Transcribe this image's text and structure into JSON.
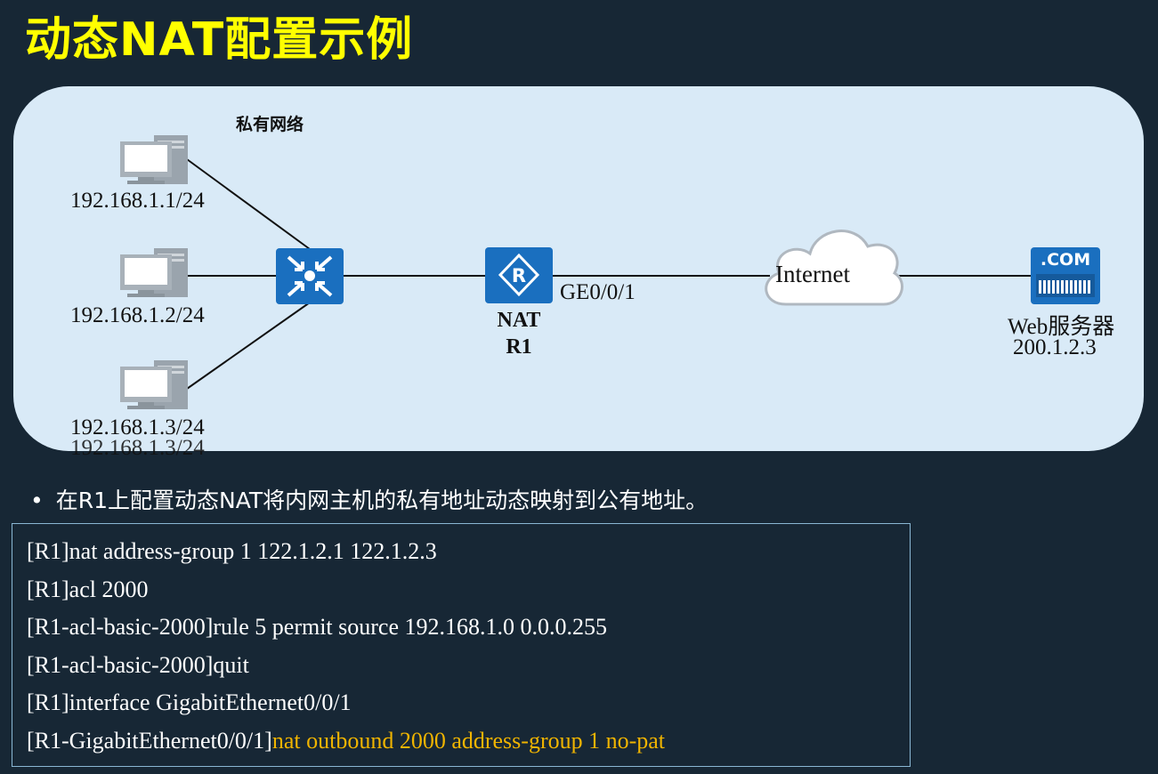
{
  "title": "动态NAT配置示例",
  "diagram": {
    "network_label": "私有网络",
    "hosts": [
      {
        "ip": "192.168.1.1/24"
      },
      {
        "ip": "192.168.1.2/24"
      },
      {
        "ip": "192.168.1.3/24"
      }
    ],
    "router": {
      "role": "NAT",
      "name": "R1",
      "interface": "GE0/0/1"
    },
    "cloud": {
      "label": "Internet"
    },
    "server": {
      "badge": ".COM",
      "name": "Web服务器",
      "ip": "200.1.2.3"
    }
  },
  "bullet": "在R1上配置动态NAT将内网主机的私有地址动态映射到公有地址。",
  "code": {
    "lines": [
      "[R1]nat address-group 1 122.1.2.1 122.1.2.3",
      "[R1]acl 2000",
      "[R1-acl-basic-2000]rule 5 permit source 192.168.1.0 0.0.0.255",
      "[R1-acl-basic-2000]quit",
      "[R1]interface GigabitEthernet0/0/1"
    ],
    "last_prefix": "[R1-GigabitEthernet0/0/1]",
    "last_highlight": "nat outbound 2000 address-group 1 no-pat"
  },
  "colors": {
    "background": "#172735",
    "title": "#ffff00",
    "highlight": "#f0b400",
    "device_blue": "#1a6fbf"
  }
}
